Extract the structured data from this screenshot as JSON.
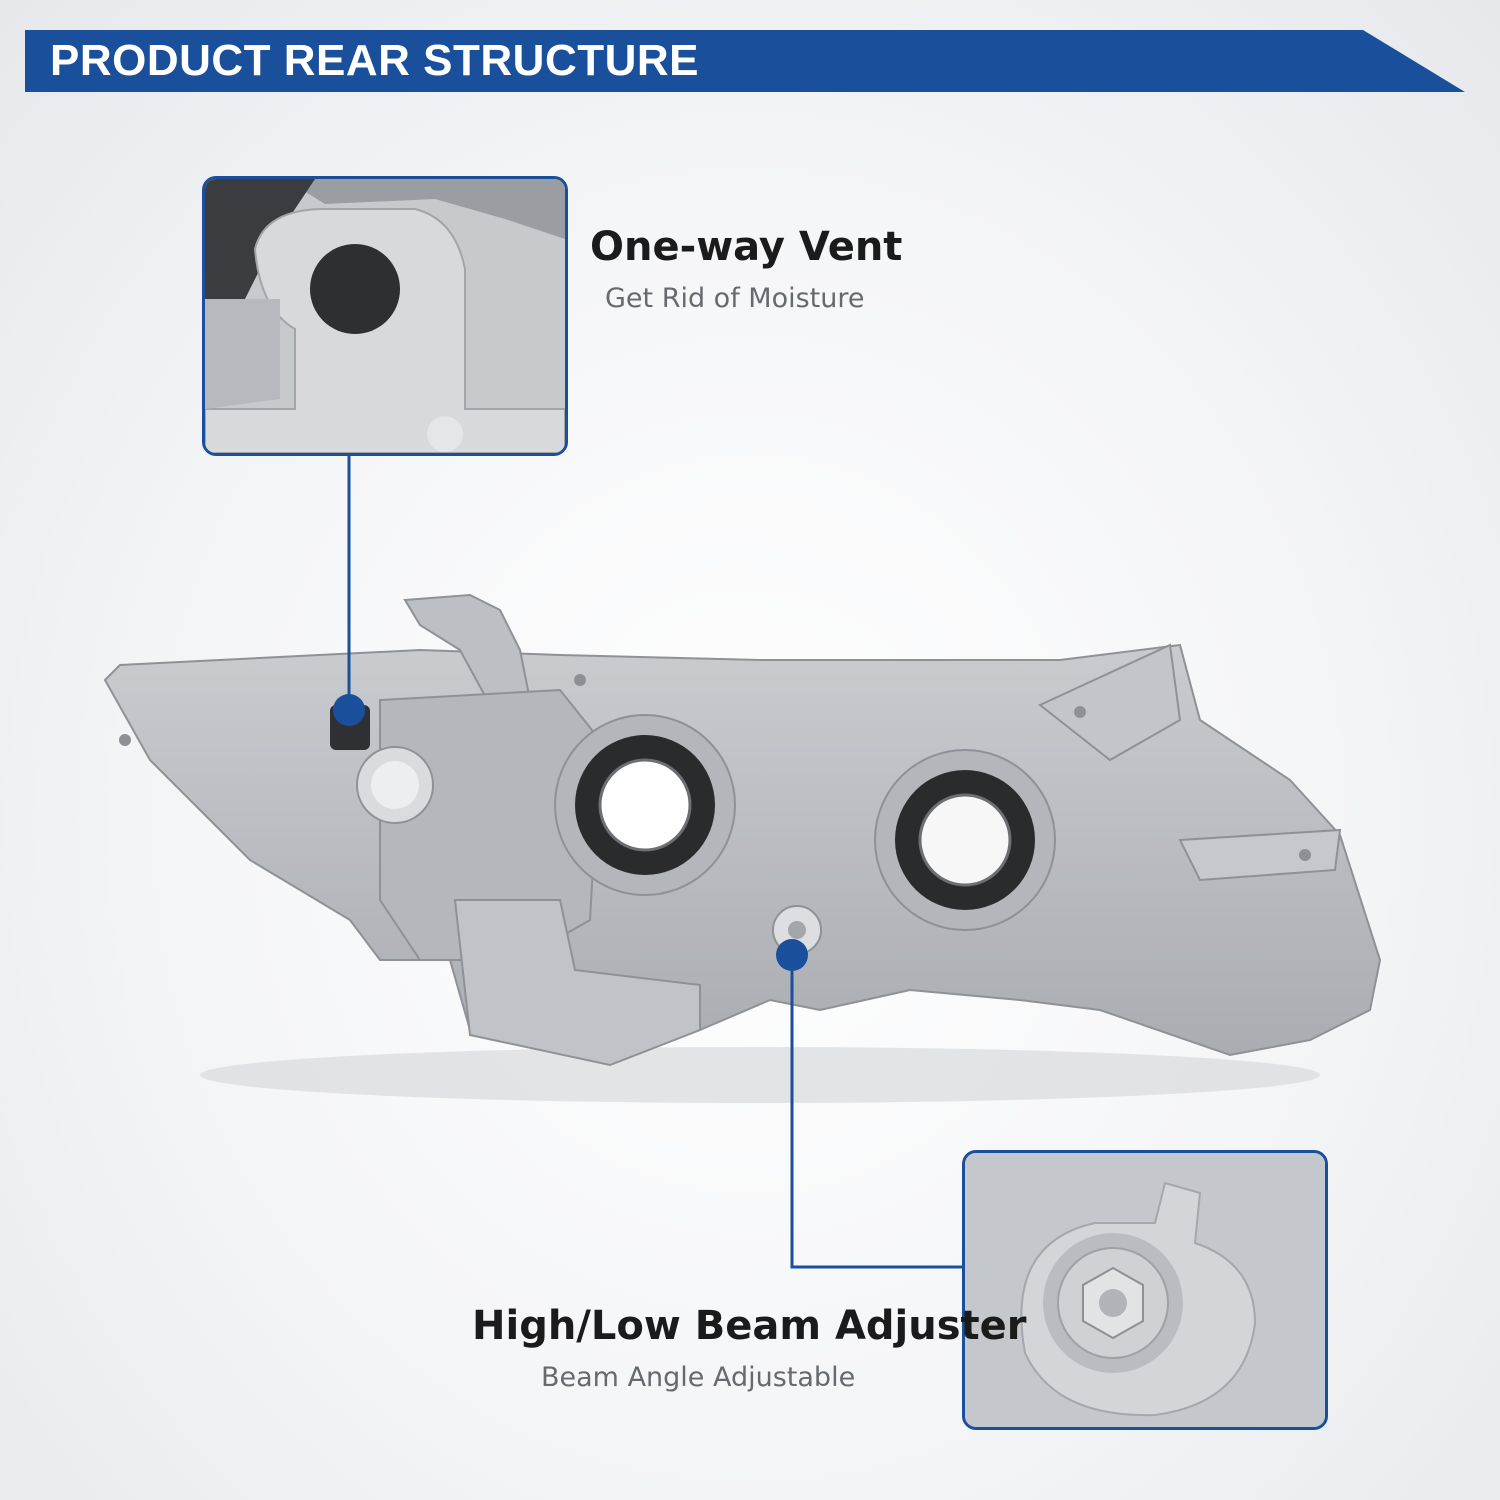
{
  "banner": {
    "title": "PRODUCT REAR STRUCTURE",
    "color": "#1a4f9c"
  },
  "callouts": [
    {
      "title": "One-way Vent",
      "subtitle": "Get Rid of Moisture"
    },
    {
      "title": "High/Low Beam Adjuster",
      "subtitle": "Beam Angle Adjustable"
    }
  ],
  "colors": {
    "accent": "#1a4f9c",
    "housing": "#b9bcc0"
  },
  "icons": [
    "vent-detail-image",
    "adjuster-detail-image",
    "headlight-image",
    "marker-dot-icon"
  ]
}
